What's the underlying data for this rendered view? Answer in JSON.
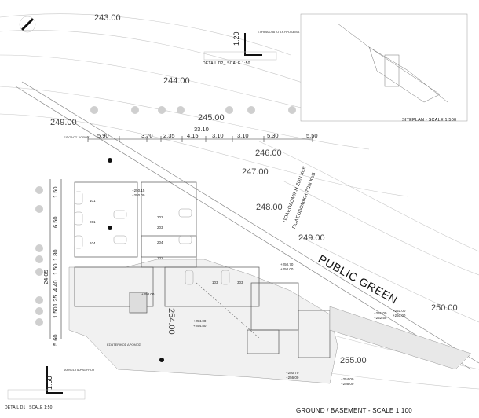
{
  "drawing": {
    "main_title": "GROUND / BASEMENT - SCALE 1:100",
    "siteplan_title": "SITEPLAN - SCALE 1:500",
    "detail1_title": "DETAIL D1_ SCALE 1:50",
    "detail2_title": "DETAIL D2_ SCALE 1:50",
    "public_green": "PUBLIC GREEN",
    "zone_line_1": "ΠΟΛΕΟΔΟΜΙΚΗ ΖΩΝ ΚοΒ",
    "zone_line_2": "ΠΟΛΕΟΔΟΜΙΚΗ ΖΩΝ ΚοΒ",
    "detail2_dim": "1.20",
    "detail1_dim": "1.50"
  },
  "contours": {
    "c243": "243.00",
    "c244": "244.00",
    "c245": "245.00",
    "c246": "246.00",
    "c247": "247.00",
    "c248": "248.00",
    "c249a": "249.00",
    "c249b": "249.00",
    "c250": "250.00",
    "c254": "254.00",
    "c255": "255.00"
  },
  "dimensions": {
    "total": "33.10",
    "top": [
      "5.90",
      "3.70",
      "2.35",
      "4.15",
      "3.10",
      "3.10",
      "5.30",
      "5.50"
    ],
    "side": [
      "1.50",
      "6.50",
      "1.80",
      "1.50",
      "4.40",
      "1.25",
      "1.50",
      "5.60"
    ],
    "side_total": "24.05"
  },
  "rooms": {
    "r101": "101",
    "r201": "201",
    "r104": "104",
    "r202": "202",
    "r203": "203",
    "r204": "204",
    "r102": "102",
    "r103": "103",
    "r303": "303"
  },
  "levels": {
    "l1": "+250.15",
    "l2": "+250.00",
    "l3": "+250.70",
    "l4": "+250.00",
    "l5": "+254.00",
    "l6": "+254.80",
    "l7": "+250.70",
    "l8": "+256.00",
    "l9": "+254.00",
    "l10": "+256.00",
    "l11": "+250.00",
    "l12": "+251.00",
    "l13": "+252.50",
    "l14": "+251.00",
    "l15": "+250.00"
  },
  "notes": {
    "entry_note": "ΕΙΣΟΔΟΣ ΧΩΡΟΥ",
    "road_note": "ΕΣΩΤΕΡΙΚΟΣ ΔΡΟΜΟΣ",
    "d2_note": "ΣΤΗΘΑΙΟ ΑΠΟ ΣΚΥΡΟΔΕΜΑ",
    "d1_note": "ΑΥΛΟΣ ΠΑΡΑΘΥΡΟΥ"
  }
}
